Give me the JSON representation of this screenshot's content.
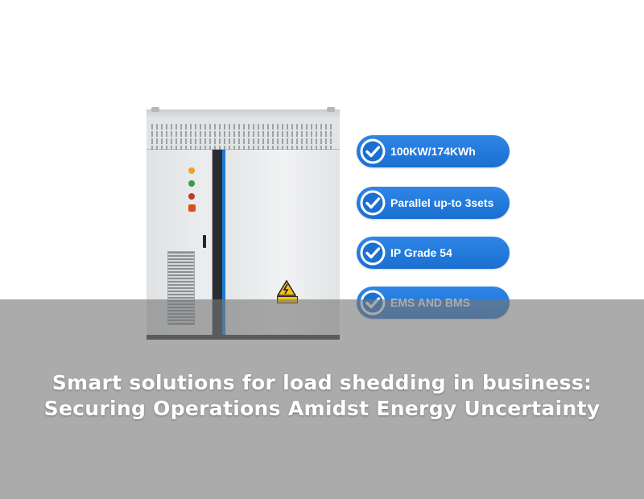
{
  "product": {
    "features": [
      {
        "label": "100KW/174KWh"
      },
      {
        "label": "Parallel up-to 3sets"
      },
      {
        "label": "IP Grade 54"
      },
      {
        "label": "EMS AND BMS"
      }
    ],
    "accent_color": "#1d7ad0"
  },
  "banner": {
    "line1": "Smart solutions for load shedding in business:",
    "line2": "Securing Operations Amidst Energy Uncertainty"
  },
  "icons": [
    "check-circle-icon",
    "warning-triangle-icon"
  ]
}
